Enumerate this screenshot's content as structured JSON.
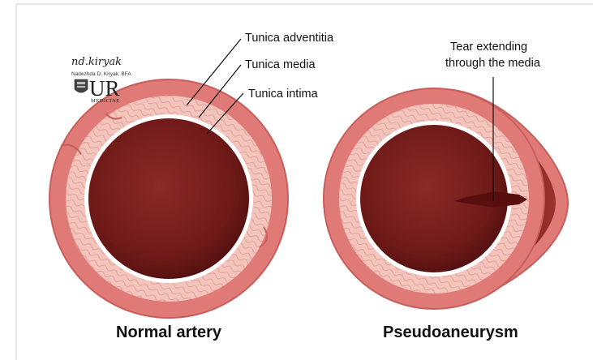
{
  "labels": {
    "adventitia": "Tunica adventitia",
    "media": "Tunica media",
    "intima": "Tunica intima",
    "tear_line1": "Tear extending",
    "tear_line2": "through the media"
  },
  "captions": {
    "left": "Normal artery",
    "right": "Pseudoaneurysm"
  },
  "credit": {
    "signature": "nd.kiryak",
    "artist": "Nadezhda D. Kiryak, BFA",
    "logo_letters": "UR",
    "logo_subtext": "MEDICINE"
  },
  "colors": {
    "adventitia": "#e07a76",
    "adventitia_edge": "#c85e5b",
    "media": "#f2c4bc",
    "media_fiber": "#d98f86",
    "intima": "#ffffff",
    "lumen_outer": "#5a0f0f",
    "lumen_inner": "#8b2a27",
    "hematoma": "#7a1c1a",
    "frame": "#cfcfcf"
  },
  "icons": [
    "university-shield-icon"
  ]
}
